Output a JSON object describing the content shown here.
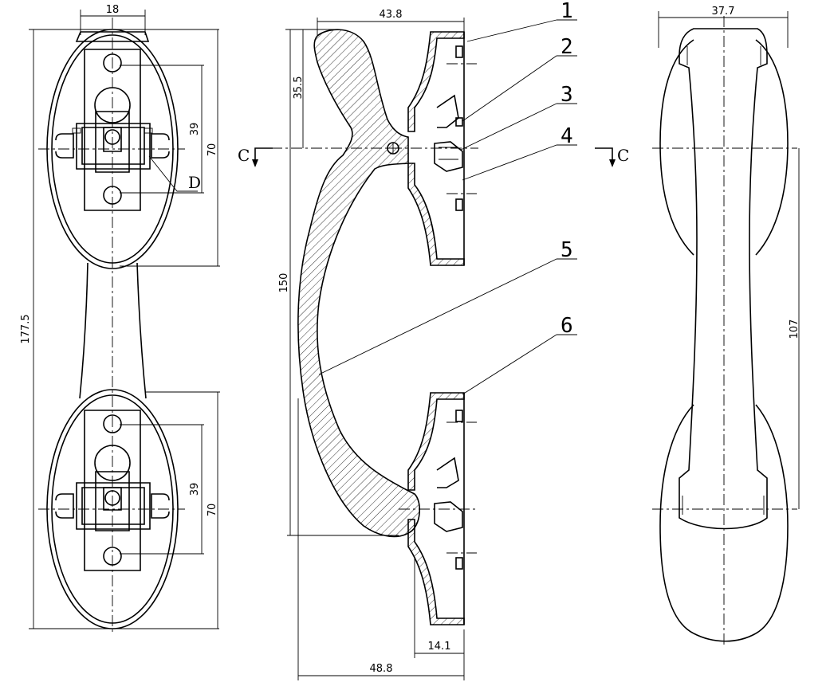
{
  "dimensions": {
    "front_top_width": "18",
    "front_total_height": "177.5",
    "front_upper_hole_spacing": "39",
    "front_upper_base_height": "70",
    "front_lower_hole_spacing": "39",
    "front_lower_base_height": "70",
    "detail_label": "D",
    "side_top_width": "43.8",
    "side_offset": "35.5",
    "side_height": "150",
    "side_base_depth": "14.1",
    "side_total_depth": "48.8",
    "right_top_width": "37.7",
    "right_center_distance": "107"
  },
  "callouts": [
    "1",
    "2",
    "3",
    "4",
    "5",
    "6"
  ],
  "section": {
    "left": "C",
    "right": "C"
  }
}
